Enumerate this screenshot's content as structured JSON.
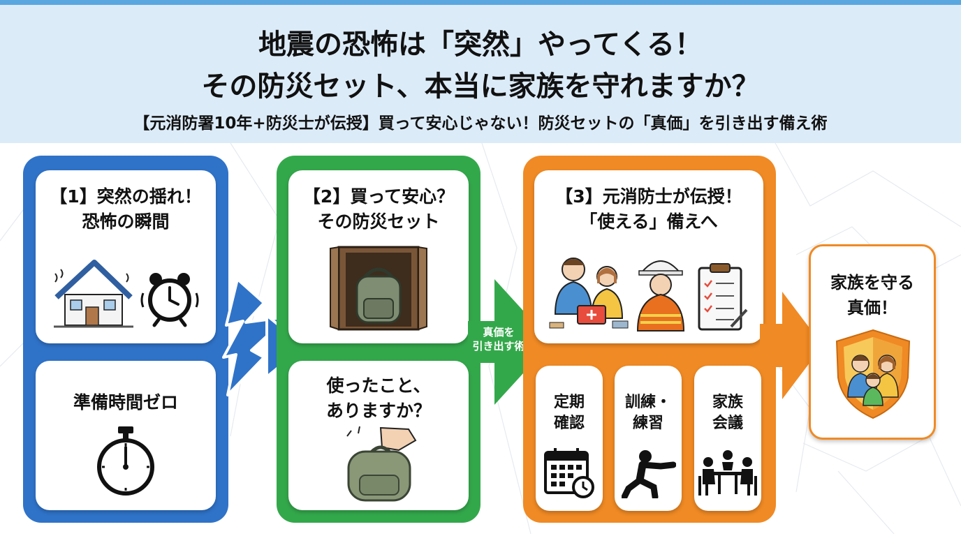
{
  "header": {
    "title_line1": "地震の恐怖は「突然」やってくる！",
    "title_line2": "その防災セット、本当に家族を守れますか？",
    "subtitle": "【元消防署10年+防災士が伝授】買って安心じゃない！防災セットの「真価」を引き出す備え術"
  },
  "colors": {
    "header_bg": "#dcebf8",
    "blue": "#2f73c9",
    "green": "#33a84b",
    "orange": "#f08a24"
  },
  "section1": {
    "card1_line1": "【1】突然の揺れ！",
    "card1_line2": "恐怖の瞬間",
    "card1_icons": [
      "shaking-house-icon",
      "ringing-alarm-clock-icon"
    ],
    "card2_title": "準備時間ゼロ",
    "card2_icon": "stopwatch-icon"
  },
  "section2": {
    "card1_line1": "【2】買って安心？",
    "card1_line2": "その防災セット",
    "card1_icon": "backpack-in-closet-icon",
    "card2_line1": "使ったこと、",
    "card2_line2": "ありますか？",
    "card2_icon": "hand-lifting-backpack-icon",
    "arrow_label_line1": "真価を",
    "arrow_label_line2": "引き出す術"
  },
  "section3": {
    "card1_line1": "【3】元消防士が伝授！",
    "card1_line2": "「使える」備えへ",
    "card1_icons": [
      "family-checking-kit-icon",
      "firefighter-icon",
      "checklist-clipboard-icon"
    ],
    "tips": [
      {
        "line1": "定期",
        "line2": "確認",
        "icon": "calendar-clock-icon"
      },
      {
        "line1": "訓練・",
        "line2": "練習",
        "icon": "training-person-icon"
      },
      {
        "line1": "家族",
        "line2": "会議",
        "icon": "family-meeting-icon"
      }
    ]
  },
  "result": {
    "line1": "家族を守る",
    "line2": "真価！",
    "icon": "family-shield-icon"
  }
}
